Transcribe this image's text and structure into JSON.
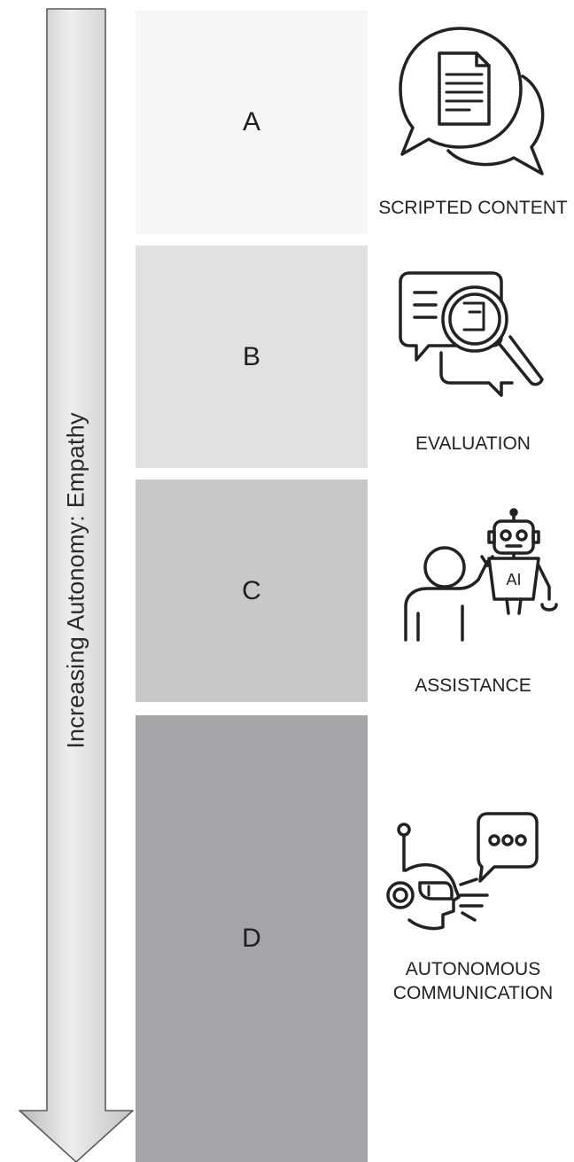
{
  "axis": {
    "label": "Increasing Autonomy: Empathy"
  },
  "levels": [
    {
      "letter": "A",
      "caption": "SCRIPTED CONTENT",
      "icon": "scripted-content-icon",
      "fill": "#f6f6f6"
    },
    {
      "letter": "B",
      "caption": "EVALUATION",
      "icon": "evaluation-icon",
      "fill": "#e1e1e2"
    },
    {
      "letter": "C",
      "caption": "ASSISTANCE",
      "icon": "assistance-icon",
      "fill": "#c7c8c9",
      "icon_text": "AI"
    },
    {
      "letter": "D",
      "caption_lines": [
        "AUTONOMOUS",
        "COMMUNICATION"
      ],
      "icon": "autonomous-communication-icon",
      "fill": "#a4a5a8"
    }
  ]
}
